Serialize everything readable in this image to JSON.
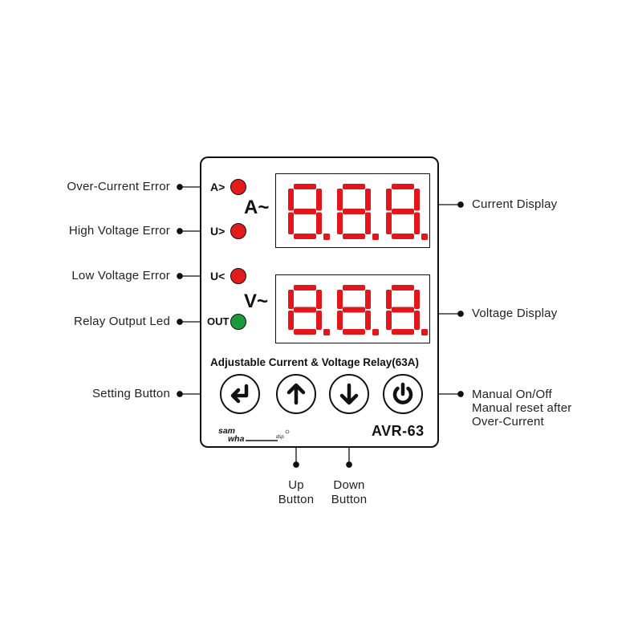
{
  "callouts": {
    "over_current_error": "Over-Current Error",
    "high_voltage_error": "High Voltage Error",
    "low_voltage_error": "Low Voltage Error",
    "relay_output_led": "Relay Output Led",
    "setting_button": "Setting Button",
    "current_display": "Current  Display",
    "voltage_display": "Voltage Display",
    "manual_line1": "Manual On/Off",
    "manual_line2": "Manual reset after",
    "manual_line3": "Over-Current",
    "up_line1": "Up",
    "up_line2": "Button",
    "down_line1": "Down",
    "down_line2": "Button"
  },
  "panel": {
    "led_labels": {
      "over_current": "A>",
      "high_voltage": "U>",
      "low_voltage": "U<",
      "relay_out": "OUT"
    },
    "current_unit": "A~",
    "voltage_unit": "V~",
    "current_reading": "8.8.8.",
    "voltage_reading": "8.8.8.",
    "relay_title": "Adjustable Current & Voltage Relay(63A)",
    "model": "AVR-63",
    "brand_logo": "samwha dsp"
  },
  "colors": {
    "led_red": "#e31b1b",
    "led_green": "#1a9a3a",
    "segment_red": "#e3161b",
    "outline": "#111111"
  },
  "icons": {
    "setting": "enter-arrow-icon",
    "up": "arrow-up-icon",
    "down": "arrow-down-icon",
    "power": "power-icon"
  }
}
